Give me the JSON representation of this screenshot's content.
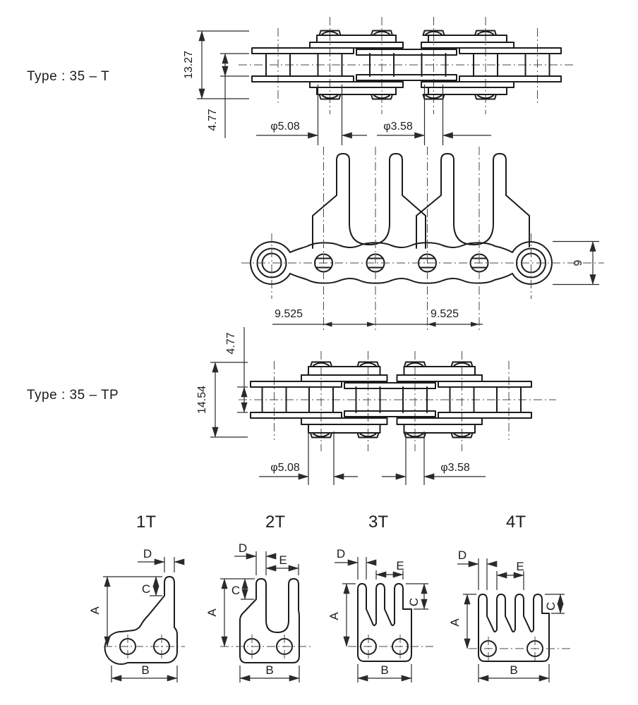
{
  "drawing": {
    "background": "#ffffff",
    "line_color": "#1c1c1c",
    "title_t": "Type : 35 – T",
    "title_tp": "Type : 35 – TP",
    "side_view_t": {
      "height_overall": "13.27",
      "width_inner": "4.77",
      "roller_dia": "φ5.08",
      "pin_dia": "φ3.58"
    },
    "plan_view": {
      "pitch_left": "9.525",
      "pitch_right": "9.525",
      "plate_height": "9"
    },
    "side_view_tp": {
      "width_inner": "4.77",
      "height_overall": "14.54",
      "roller_dia": "φ5.08",
      "pin_dia": "φ3.58"
    },
    "attachment_types": [
      {
        "label": "1T"
      },
      {
        "label": "2T"
      },
      {
        "label": "3T"
      },
      {
        "label": "4T"
      }
    ],
    "dim_letters": {
      "A": "A",
      "B": "B",
      "C": "C",
      "D": "D",
      "E": "E"
    }
  }
}
